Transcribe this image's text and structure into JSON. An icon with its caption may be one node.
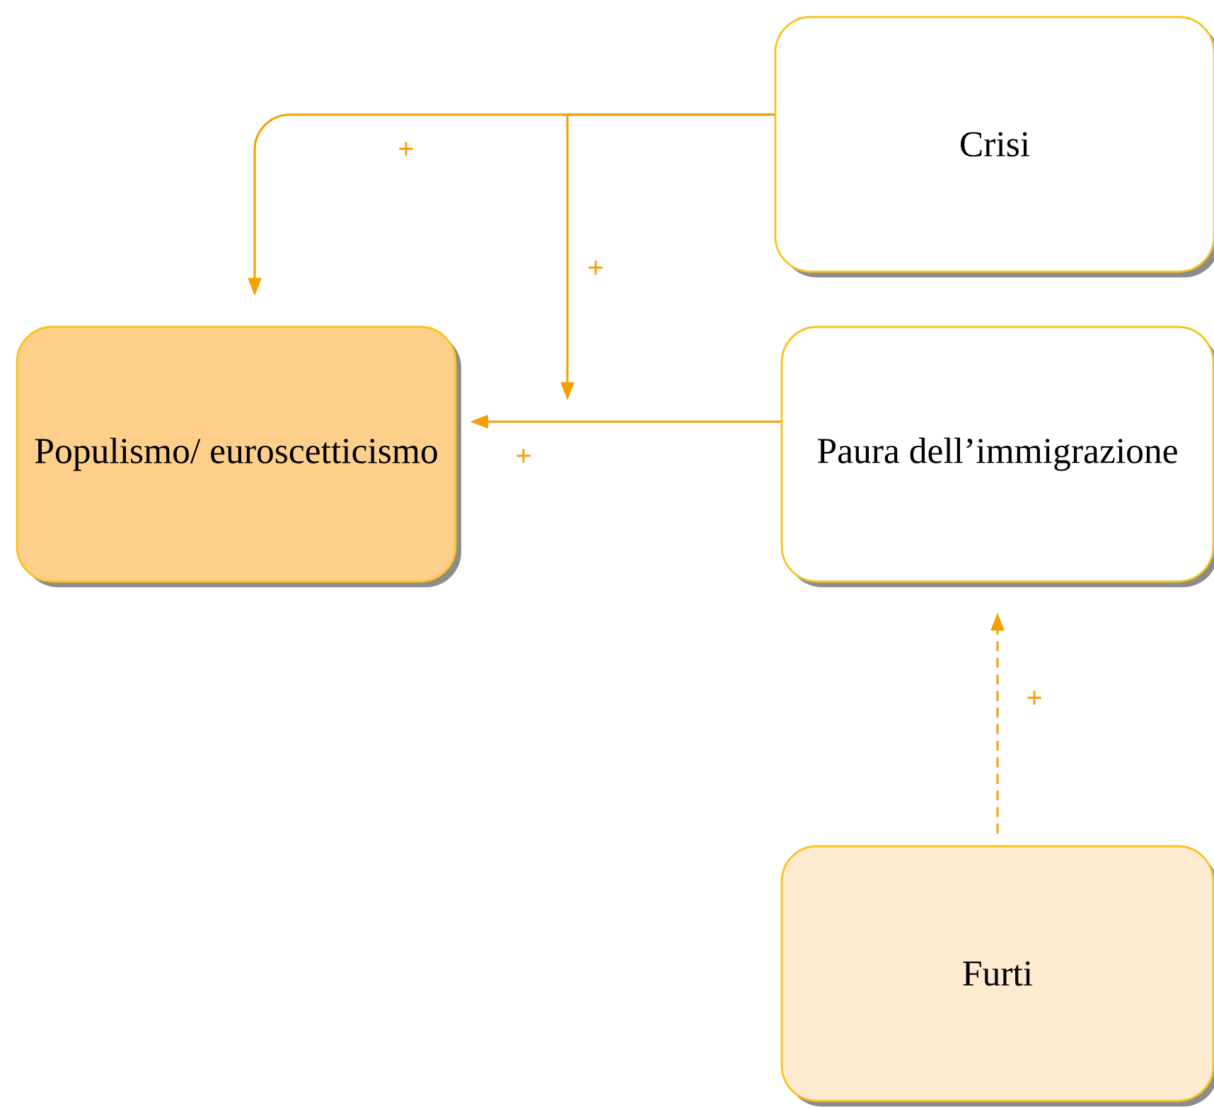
{
  "diagram": {
    "nodes": [
      {
        "text": [
          "Crisi"
        ]
      },
      {
        "text": [
          "Populismo/ euroscetticismo"
        ]
      },
      {
        "text": [
          "Paura dell’immigrazione"
        ]
      },
      {
        "text": [
          "Furti"
        ]
      }
    ],
    "edges": [
      {
        "from": 0,
        "to": 1,
        "arrow": "to",
        "label": "+"
      },
      {
        "from": 0,
        "to": null,
        "arrow": "to",
        "label": "+"
      },
      {
        "from": 2,
        "to": 1,
        "arrow": "to",
        "label": "+"
      },
      {
        "from": 3,
        "to": 2,
        "arrow": "to",
        "label": "+",
        "style": "dashed"
      }
    ]
  }
}
